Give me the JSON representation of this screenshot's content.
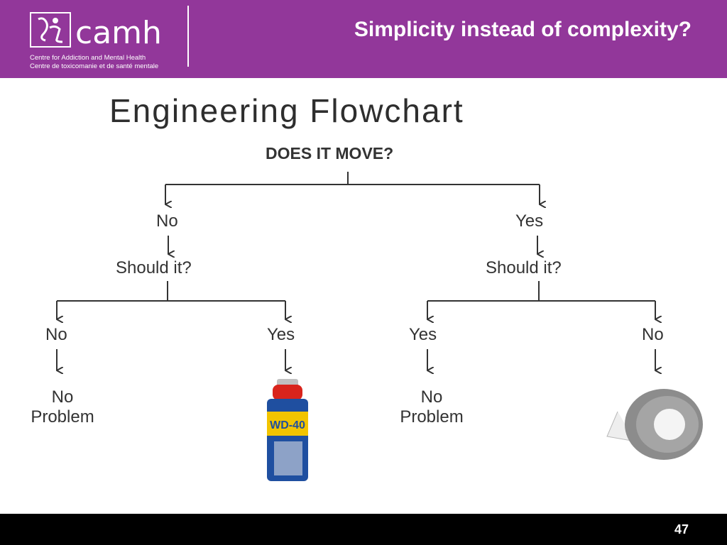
{
  "header": {
    "brand": "camh",
    "brand_line1": "Centre for Addiction and Mental Health",
    "brand_line2": "Centre de toxicomanie et de santé mentale",
    "title": "Simplicity instead of complexity?"
  },
  "flowchart": {
    "title": "Engineering Flowchart",
    "root": "DOES IT MOVE?",
    "left_branch": "No",
    "right_branch": "Yes",
    "left_question": "Should it?",
    "right_question": "Should it?",
    "ll_answer": "No",
    "lr_answer": "Yes",
    "rl_answer": "Yes",
    "rr_answer": "No",
    "ll_result_1": "No",
    "ll_result_2": "Problem",
    "rl_result_1": "No",
    "rl_result_2": "Problem",
    "wd40_label": "WD-40"
  },
  "footer": {
    "page_number": "47"
  },
  "colors": {
    "header": "#92379a",
    "footer": "#000000",
    "text": "#333333"
  }
}
